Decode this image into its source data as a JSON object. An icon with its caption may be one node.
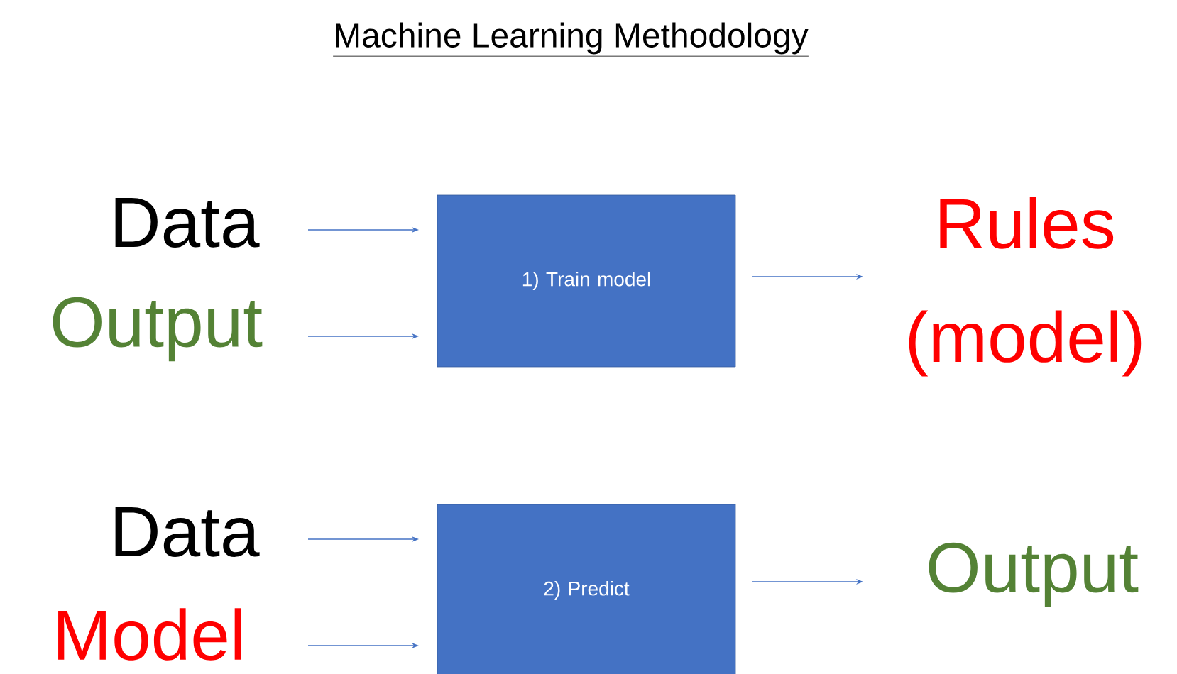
{
  "diagram": {
    "title": "Machine Learning Methodology",
    "nodes": [
      {
        "text": [
          "Data"
        ]
      },
      {
        "text": [
          "Output"
        ]
      },
      {
        "text": [
          "1) Train model"
        ]
      },
      {
        "text": [
          "Rules (model)"
        ]
      },
      {
        "text": [
          "Data"
        ]
      },
      {
        "text": [
          "Model"
        ]
      },
      {
        "text": [
          "2) Predict"
        ]
      },
      {
        "text": [
          "Output"
        ]
      }
    ],
    "edges": [
      {
        "from": 0,
        "to": 2,
        "arrow": "to"
      },
      {
        "from": 1,
        "to": 2,
        "arrow": "to"
      },
      {
        "from": 2,
        "to": 3,
        "arrow": "to"
      },
      {
        "from": 4,
        "to": 6,
        "arrow": "to"
      },
      {
        "from": 5,
        "to": 6,
        "arrow": "to"
      },
      {
        "from": 6,
        "to": 7,
        "arrow": "to"
      }
    ]
  }
}
